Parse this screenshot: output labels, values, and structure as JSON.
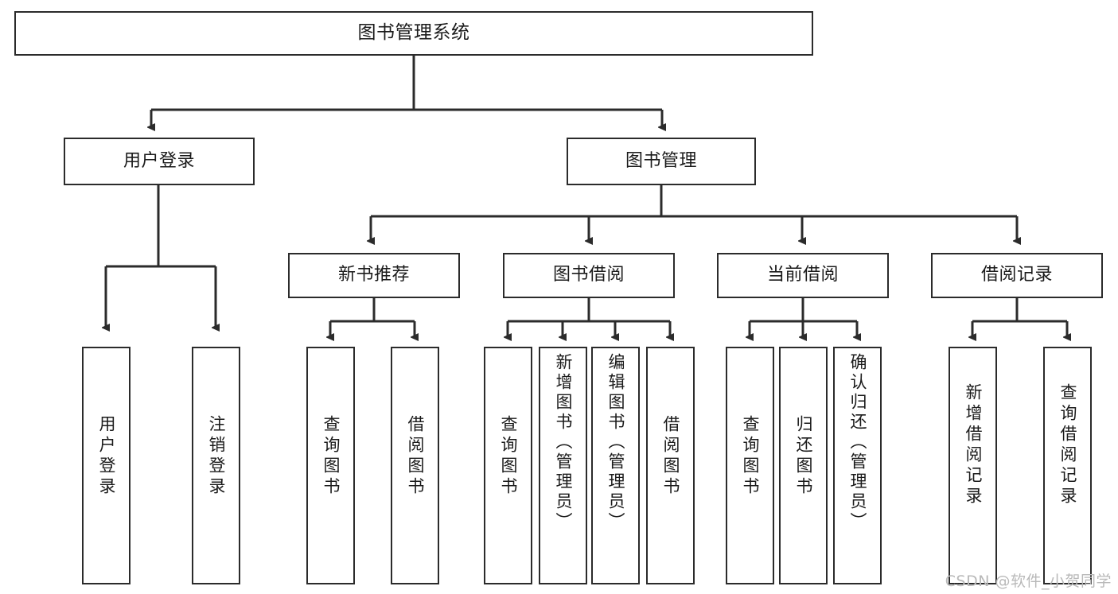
{
  "diagram": {
    "title": "图书管理系统",
    "type": "tree-hierarchy",
    "root": {
      "id": "root",
      "label": "图书管理系统"
    },
    "level1": [
      {
        "id": "user-login",
        "label": "用户登录"
      },
      {
        "id": "book-management",
        "label": "图书管理"
      }
    ],
    "level2": [
      {
        "id": "new-book-recommend",
        "label": "新书推荐",
        "parent": "book-management"
      },
      {
        "id": "book-borrow",
        "label": "图书借阅",
        "parent": "book-management"
      },
      {
        "id": "current-borrow",
        "label": "当前借阅",
        "parent": "book-management"
      },
      {
        "id": "borrow-record",
        "label": "借阅记录",
        "parent": "book-management"
      }
    ],
    "leaves": {
      "user-login": [
        {
          "id": "leaf-user-login",
          "label": "用户登录"
        },
        {
          "id": "leaf-logout-login",
          "label": "注销登录"
        }
      ],
      "new-book-recommend": [
        {
          "id": "leaf-query-book-1",
          "label": "查询图书"
        },
        {
          "id": "leaf-borrow-book-1",
          "label": "借阅图书"
        }
      ],
      "book-borrow": [
        {
          "id": "leaf-query-book-2",
          "label": "查询图书"
        },
        {
          "id": "leaf-add-book",
          "label": "新增图书（管理员）"
        },
        {
          "id": "leaf-edit-book",
          "label": "编辑图书（管理员）"
        },
        {
          "id": "leaf-borrow-book-2",
          "label": "借阅图书"
        }
      ],
      "current-borrow": [
        {
          "id": "leaf-query-book-3",
          "label": "查询图书"
        },
        {
          "id": "leaf-return-book",
          "label": "归还图书"
        },
        {
          "id": "leaf-confirm-return",
          "label": "确认归还（管理员）"
        }
      ],
      "borrow-record": [
        {
          "id": "leaf-add-record",
          "label": "新增借阅记录"
        },
        {
          "id": "leaf-query-record",
          "label": "查询借阅记录"
        }
      ]
    }
  },
  "watermark": {
    "text": "CSDN @软件_小贺同学"
  },
  "colors": {
    "stroke": "#2b2b2b",
    "background": "#ffffff",
    "text": "#1a1a1a",
    "watermark": "#b9b9b9"
  }
}
